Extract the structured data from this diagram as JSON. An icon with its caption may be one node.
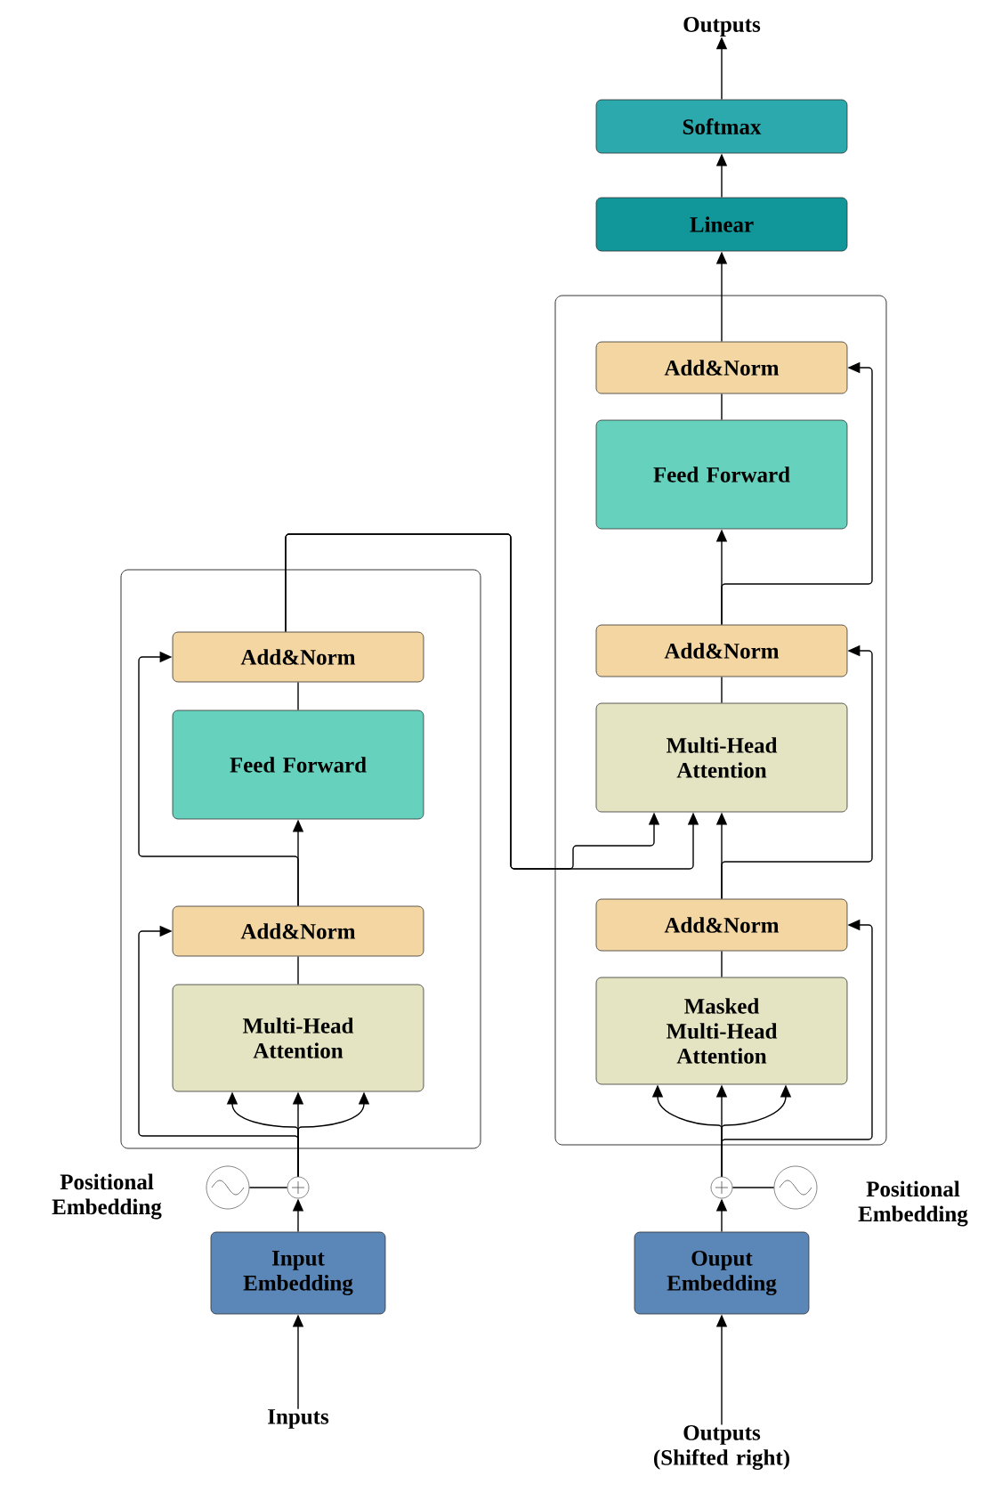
{
  "diagram": {
    "nodes": [
      {
        "text": [],
        "shape": "box"
      },
      {
        "text": [
          "Add&Norm"
        ],
        "in": 0
      },
      {
        "text": [
          "Feed Forward"
        ],
        "in": 0
      },
      {
        "text": [
          "Add&Norm"
        ],
        "in": 0
      },
      {
        "text": [
          "Multi-Head Attention"
        ],
        "in": 0
      },
      {
        "text": [],
        "shape": "box"
      },
      {
        "text": [
          "Add&Norm"
        ],
        "in": 5
      },
      {
        "text": [
          "Feed Forward"
        ],
        "in": 5
      },
      {
        "text": [
          "Add&Norm"
        ],
        "in": 5
      },
      {
        "text": [
          "Multi-Head Attention"
        ],
        "in": 5
      },
      {
        "text": [
          "Add&Norm"
        ],
        "in": 5
      },
      {
        "text": [
          "Masked Multi-Head Attention"
        ],
        "in": 5
      },
      {
        "text": [
          "Linear"
        ]
      },
      {
        "text": [
          "Softmax"
        ]
      },
      {
        "text": [
          "Outputs"
        ]
      },
      {
        "text": [
          "Input Embedding"
        ]
      },
      {
        "text": [
          "Ouput Embedding"
        ]
      },
      {
        "text": [
          "Inputs"
        ]
      },
      {
        "text": [
          "Outputs (Shifted right)"
        ]
      },
      {
        "text": [],
        "shape": "circle",
        "beside": [
          "Positional Embedding"
        ]
      },
      {
        "text": [],
        "shape": "circle"
      },
      {
        "text": [],
        "shape": "circle",
        "beside": [
          "Positional Embedding"
        ]
      },
      {
        "text": [],
        "shape": "circle"
      }
    ],
    "edges": [
      {
        "from": 17,
        "to": 15,
        "arrow": "to"
      },
      {
        "from": 15,
        "to": 20,
        "arrow": "to"
      },
      {
        "from": 19,
        "to": 20,
        "arrow": "none"
      },
      {
        "from": 20,
        "to": 4,
        "arrow": "to"
      },
      {
        "from": 20,
        "to": 4,
        "arrow": "to"
      },
      {
        "from": 20,
        "to": 4,
        "arrow": "to"
      },
      {
        "from": 20,
        "to": 3,
        "arrow": "to"
      },
      {
        "from": 4,
        "to": 3,
        "arrow": "none"
      },
      {
        "from": 3,
        "to": 2,
        "arrow": "to"
      },
      {
        "from": 3,
        "to": 1,
        "arrow": "to"
      },
      {
        "from": 2,
        "to": 1,
        "arrow": "none"
      },
      {
        "from": 1,
        "to": 9,
        "arrow": "to"
      },
      {
        "from": 1,
        "to": 9,
        "arrow": "to"
      },
      {
        "from": 18,
        "to": 16,
        "arrow": "to"
      },
      {
        "from": 16,
        "to": 22,
        "arrow": "to"
      },
      {
        "from": 21,
        "to": 22,
        "arrow": "none"
      },
      {
        "from": 22,
        "to": 11,
        "arrow": "to"
      },
      {
        "from": 22,
        "to": 11,
        "arrow": "to"
      },
      {
        "from": 22,
        "to": 11,
        "arrow": "to"
      },
      {
        "from": 22,
        "to": 10,
        "arrow": "to"
      },
      {
        "from": 11,
        "to": 10,
        "arrow": "none"
      },
      {
        "from": 10,
        "to": 9,
        "arrow": "to"
      },
      {
        "from": 10,
        "to": 8,
        "arrow": "to"
      },
      {
        "from": 9,
        "to": 8,
        "arrow": "none"
      },
      {
        "from": 8,
        "to": 7,
        "arrow": "to"
      },
      {
        "from": 8,
        "to": 6,
        "arrow": "to"
      },
      {
        "from": 7,
        "to": 6,
        "arrow": "none"
      },
      {
        "from": 6,
        "to": 12,
        "arrow": "to"
      },
      {
        "from": 12,
        "to": 13,
        "arrow": "to"
      },
      {
        "from": 13,
        "to": 14,
        "arrow": "to"
      }
    ]
  }
}
